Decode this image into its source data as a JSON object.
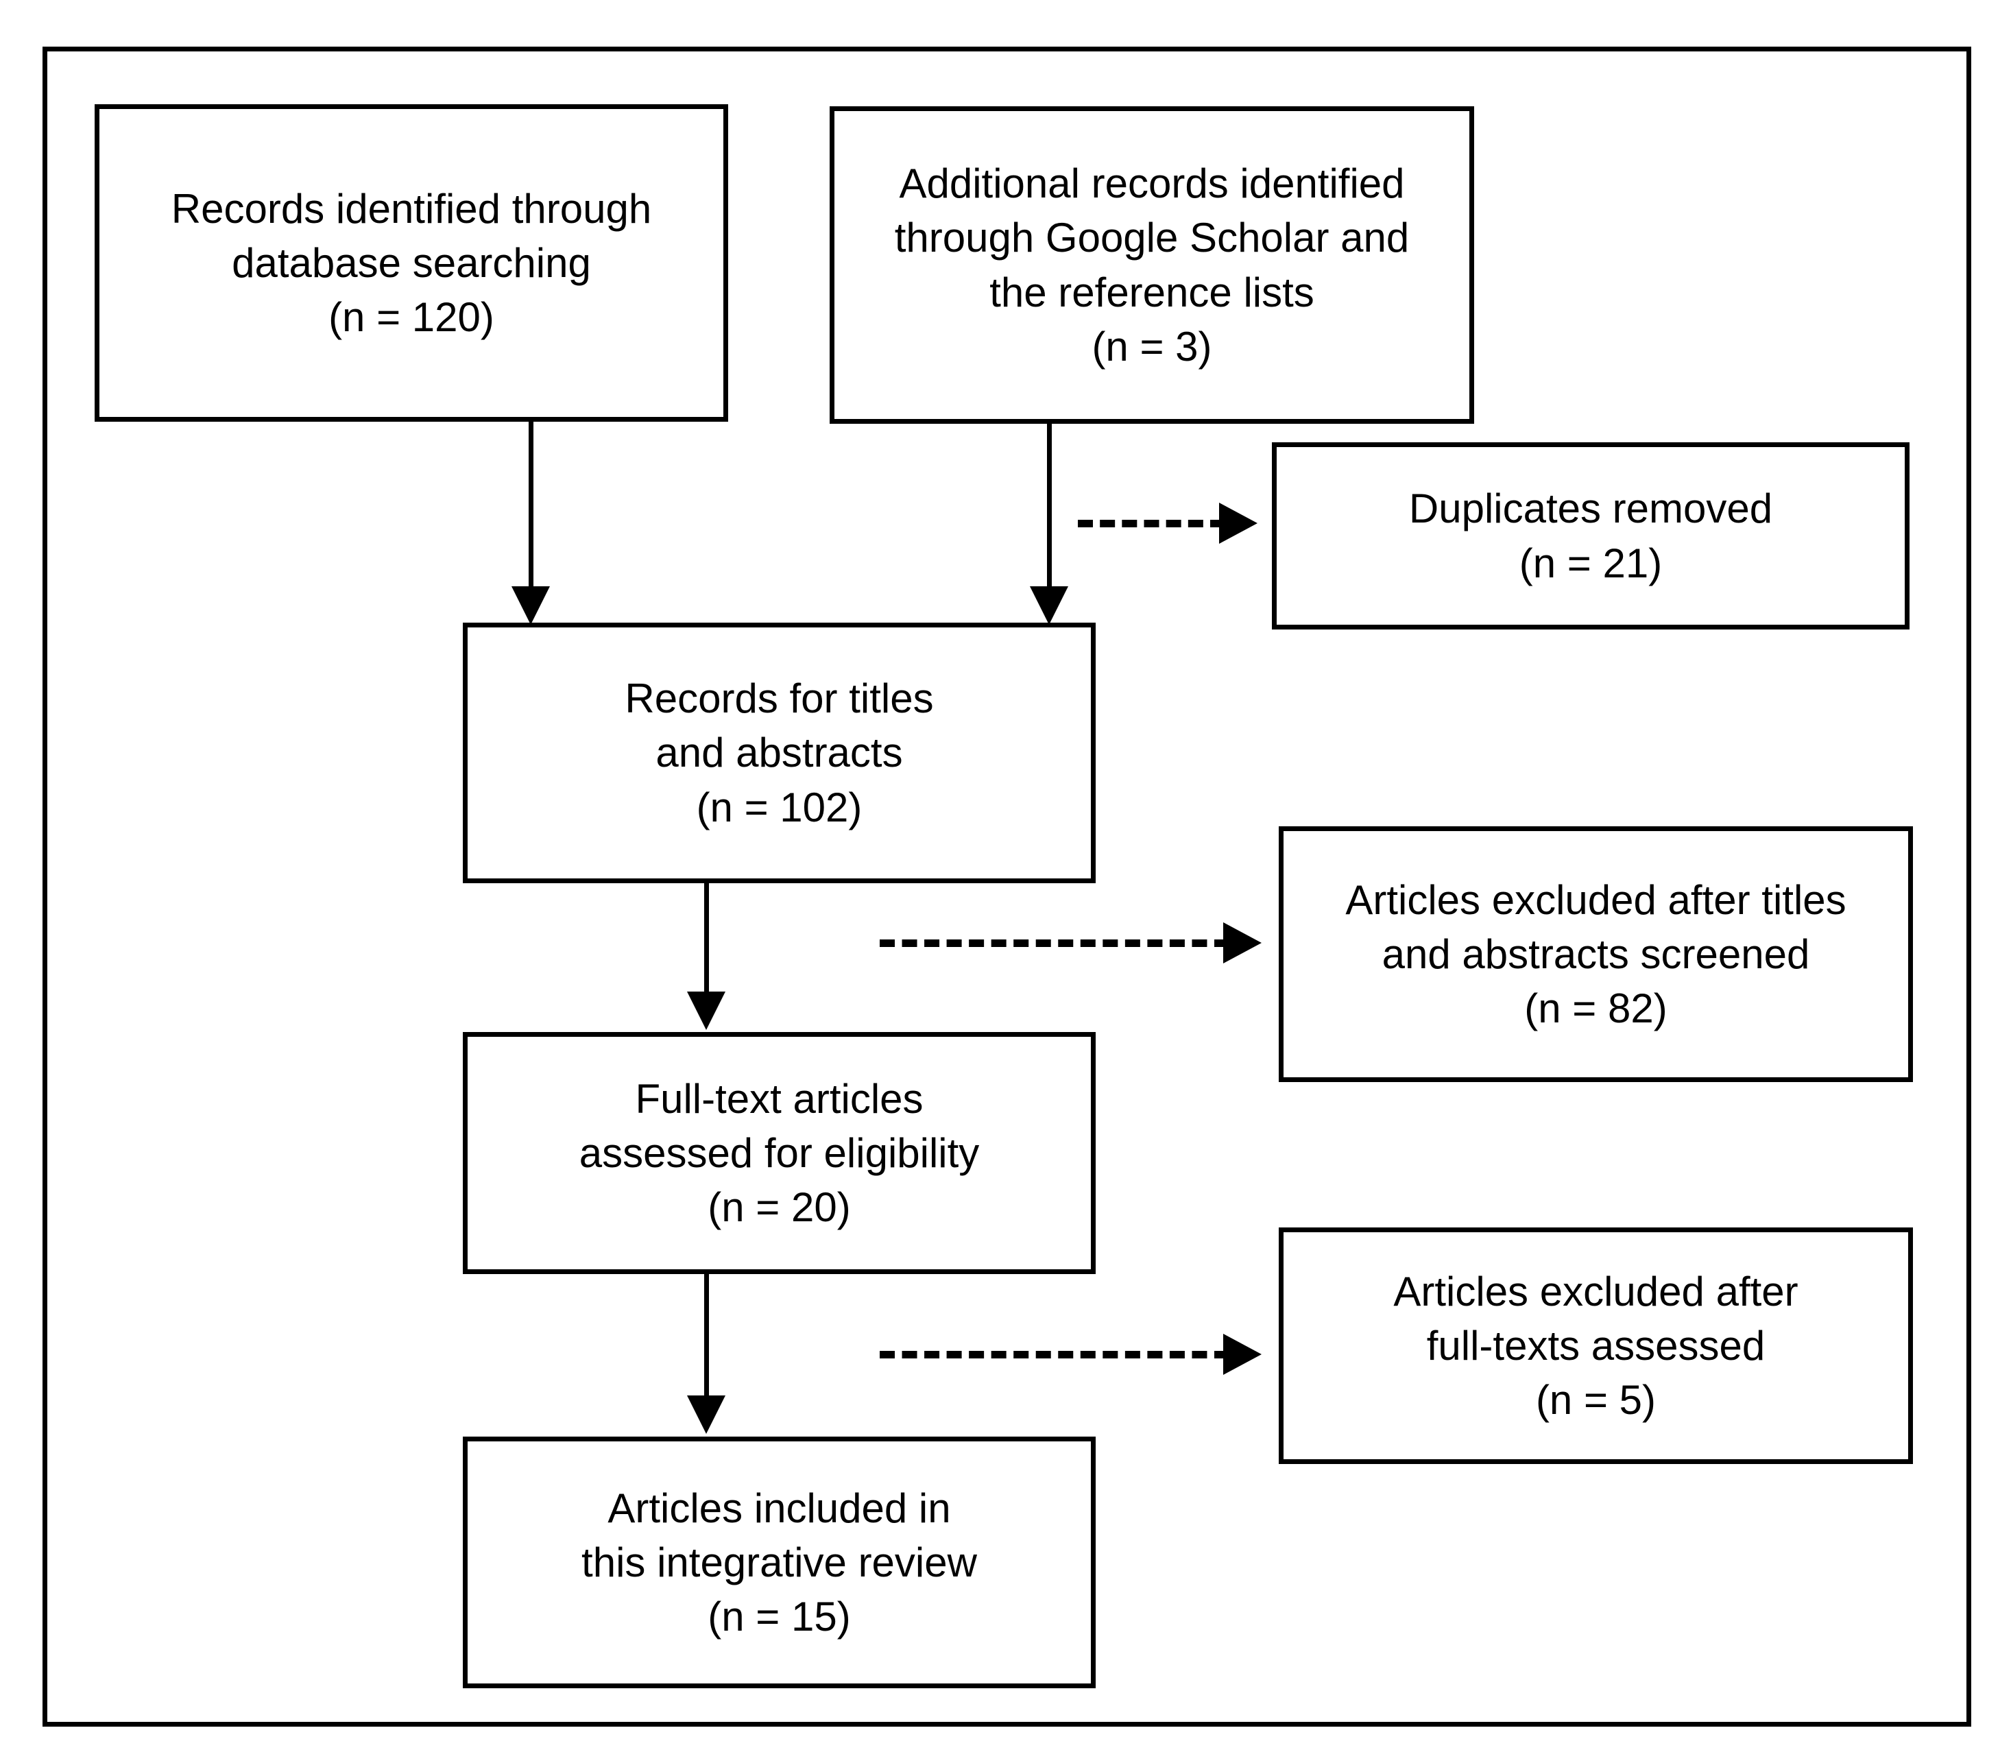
{
  "diagram": {
    "type": "prisma-flow-diagram",
    "boxes": {
      "database_records": {
        "line1": "Records identified through",
        "line2": "database searching",
        "line3": "(n = 120)",
        "n": 120
      },
      "additional_records": {
        "line1": "Additional records identified",
        "line2": "through Google Scholar and",
        "line3": "the reference lists",
        "line4": "(n = 3)",
        "n": 3
      },
      "duplicates_removed": {
        "line1": "Duplicates removed",
        "line2": "(n = 21)",
        "n": 21
      },
      "titles_and_abstracts": {
        "line1": "Records for titles",
        "line2": "and abstracts",
        "line3": "(n = 102)",
        "n": 102
      },
      "excluded_after_titles": {
        "line1": "Articles excluded after titles",
        "line2": "and abstracts screened",
        "line3": "(n = 82)",
        "n": 82
      },
      "fulltext_assessed": {
        "line1": "Full-text articles",
        "line2": "assessed for eligibility",
        "line3": "(n = 20)",
        "n": 20
      },
      "excluded_after_fulltext": {
        "line1": "Articles excluded after",
        "line2": "full-texts assessed",
        "line3": "(n = 5)",
        "n": 5
      },
      "included": {
        "line1": "Articles included in",
        "line2": "this integrative review",
        "line3": "(n = 15)",
        "n": 15
      }
    },
    "colors": {
      "stroke": "#000000",
      "fill": "#ffffff",
      "text": "#000000"
    }
  }
}
